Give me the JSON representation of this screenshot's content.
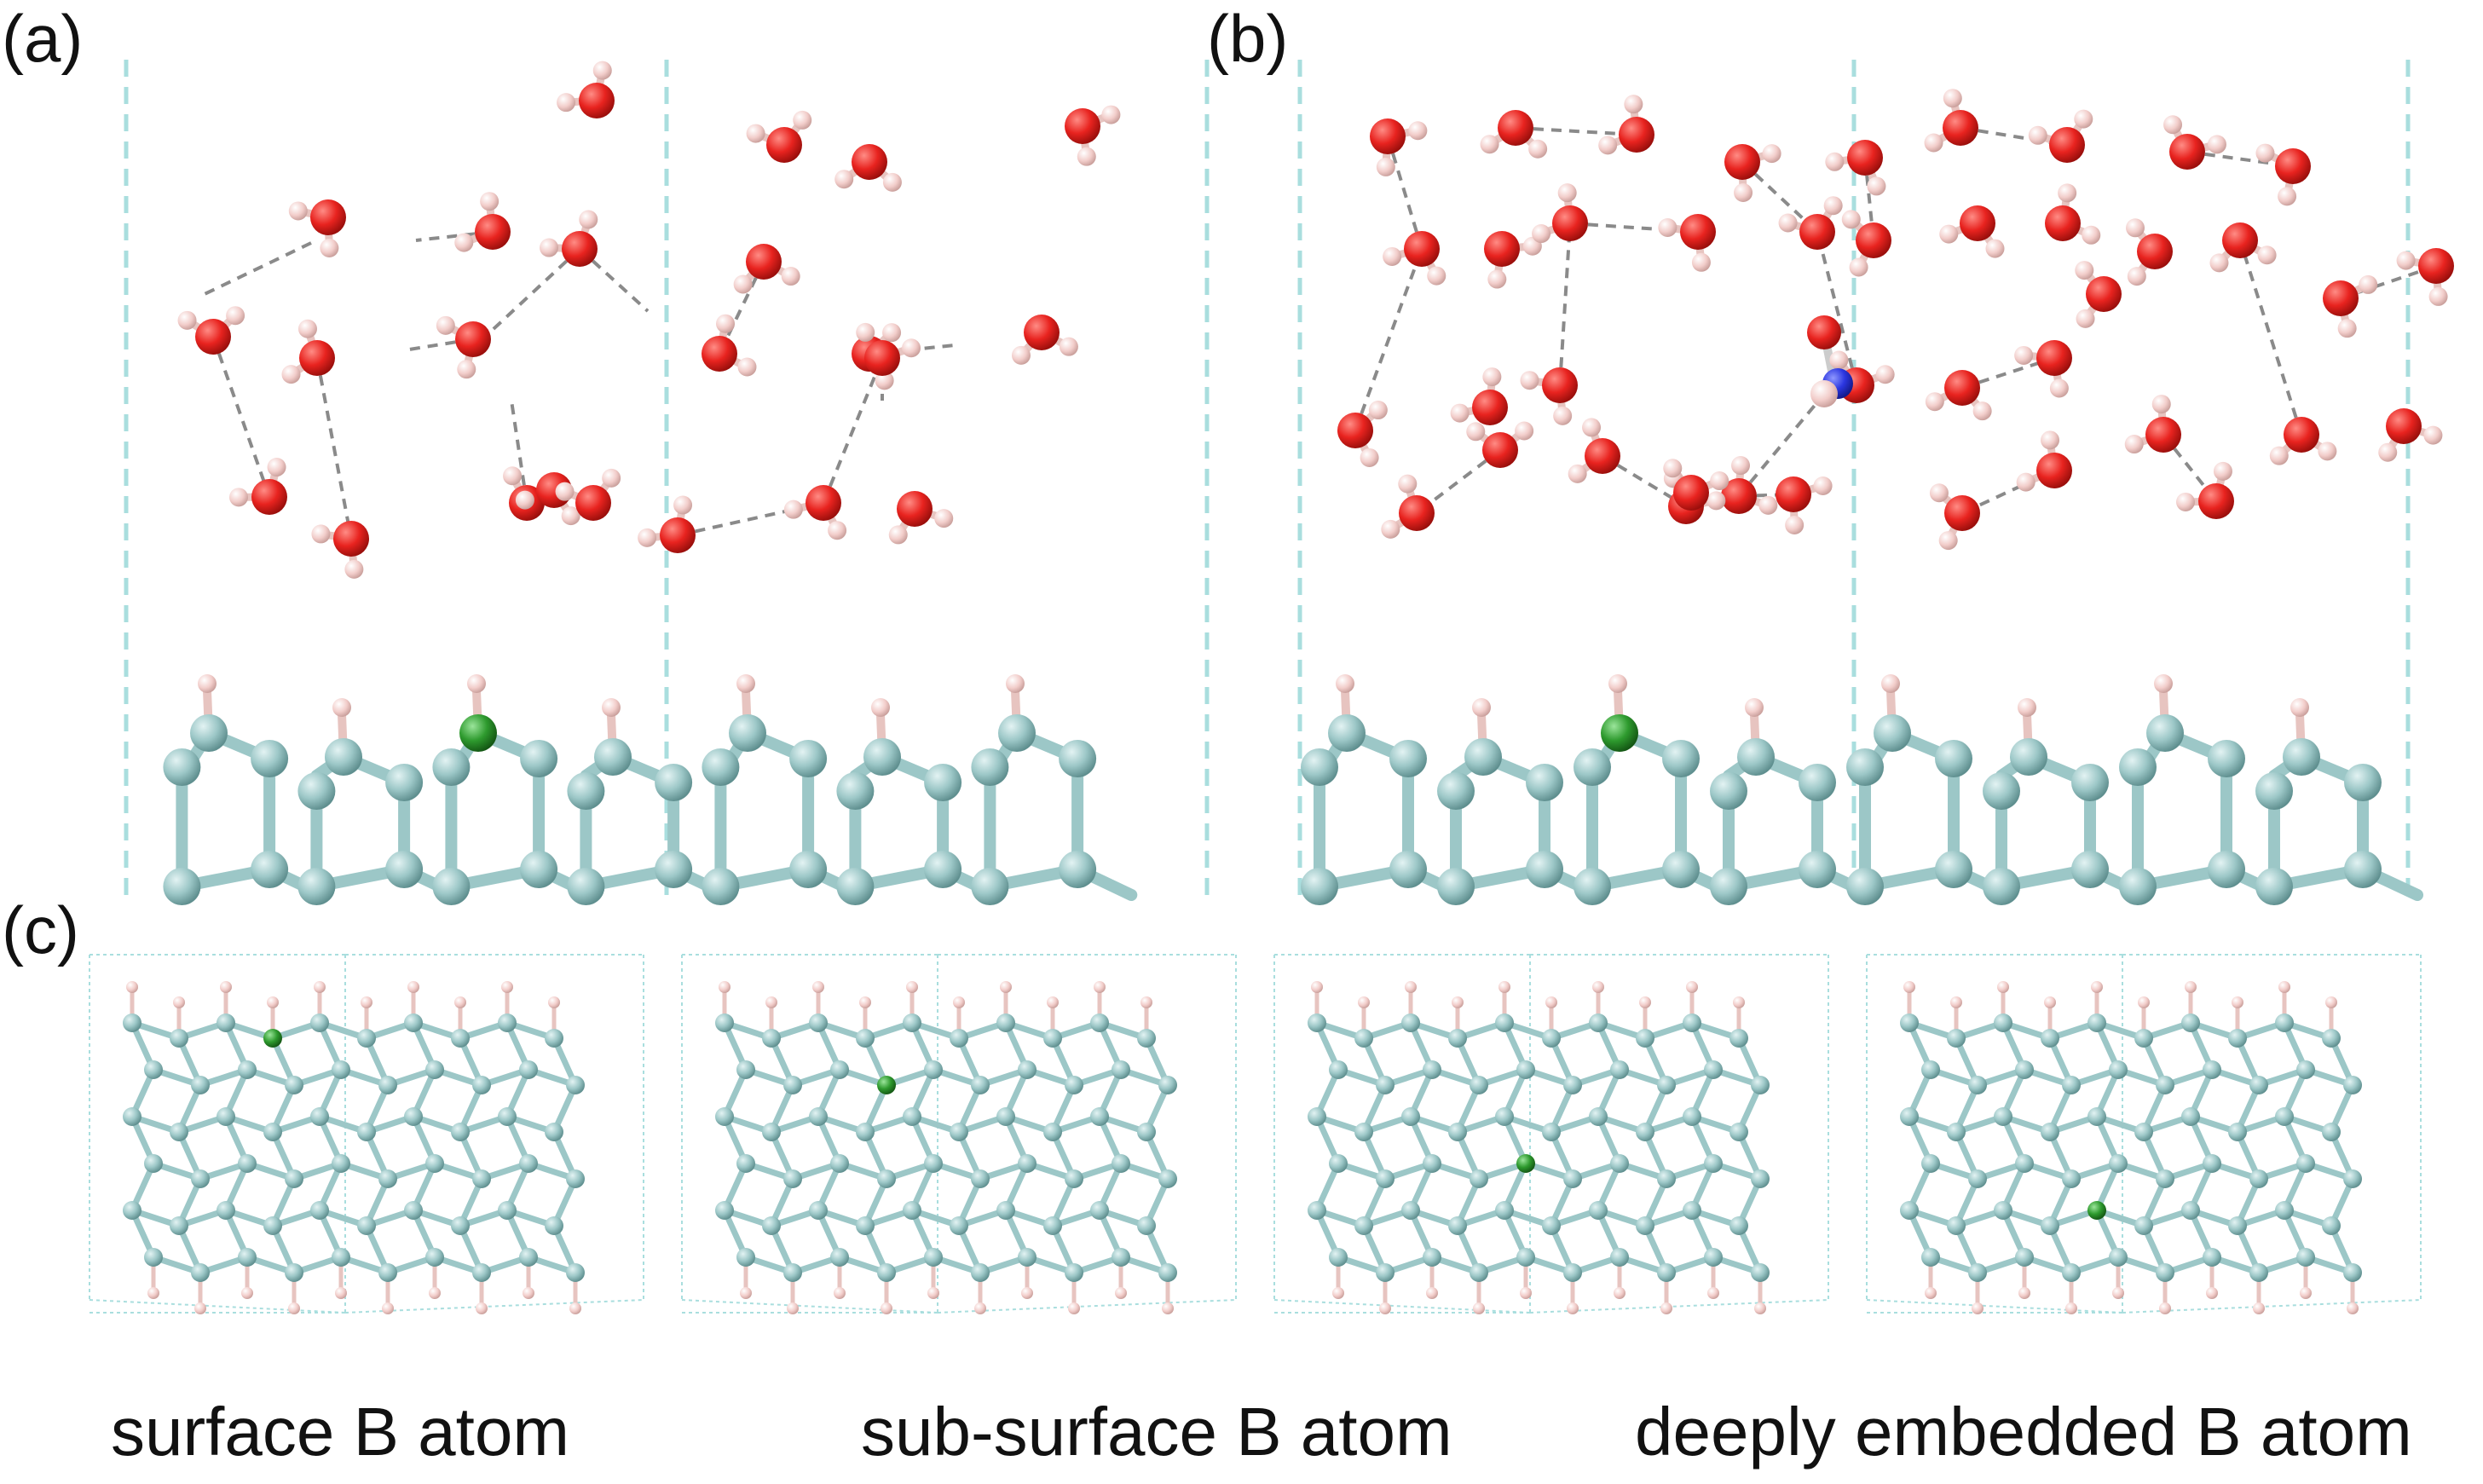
{
  "figure": {
    "panel_labels": [
      "(a)",
      "(b)",
      "(c)"
    ],
    "captions": [
      "surface B atom",
      "sub-surface B atom",
      "deeply embedded B atom"
    ]
  },
  "colors": {
    "oxygen": "#e8231f",
    "hydrogen": "#f2cdca",
    "silicon": "#9cc7c7",
    "boron": "#2e9a2e",
    "nitrogen": "#2b36e0",
    "hbond": "#8a8a8a",
    "cell_boundary": "#a9dede"
  }
}
